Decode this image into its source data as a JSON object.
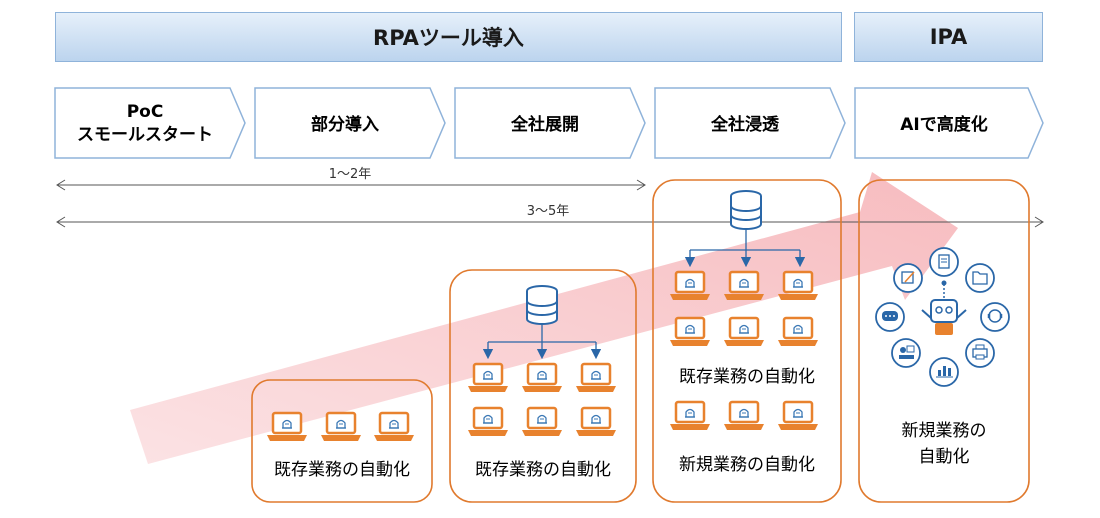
{
  "banners": {
    "rpa": "RPAツール導入",
    "ipa": "IPA"
  },
  "phases": [
    {
      "line1": "PoC",
      "line2": "スモールスタート"
    },
    {
      "line1": "部分導入"
    },
    {
      "line1": "全社展開"
    },
    {
      "line1": "全社浸透"
    },
    {
      "line1": "AIで高度化"
    }
  ],
  "durations": {
    "short": "1～2年",
    "long": "3～5年"
  },
  "boxes": {
    "box1_label": "既存業務の自動化",
    "box2_label": "既存業務の自動化",
    "box3_label1": "既存業務の自動化",
    "box3_label2": "新規業務の自動化",
    "box4_line1": "新規業務の",
    "box4_line2": "自動化"
  },
  "colors": {
    "banner_border": "#8fb3da",
    "box_border": "#e07a2e",
    "laptop": "#e8822e",
    "robot_blue": "#3b78b5",
    "arrow_pink": "#f8c9cc",
    "chevron_border": "#8fb3da"
  }
}
